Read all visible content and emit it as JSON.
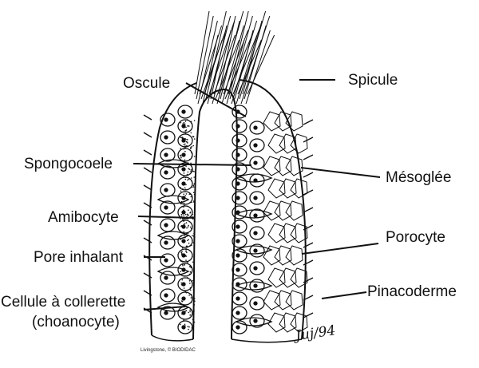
{
  "labels": {
    "oscule": "Oscule",
    "spicule": "Spicule",
    "spongocoele": "Spongocoele",
    "mesoglee": "Mésoglée",
    "amibocyte": "Amibocyte",
    "porocyte": "Porocyte",
    "pore_inhalant": "Pore inhalant",
    "pinacoderme": "Pinacoderme",
    "cellule_line1": "Cellule à collerette",
    "cellule_line2": "(choanocyte)"
  },
  "credit": "Livingstone, © BIODIDAC",
  "signature": "Juj/94",
  "colors": {
    "ink": "#111111",
    "background": "#ffffff"
  }
}
